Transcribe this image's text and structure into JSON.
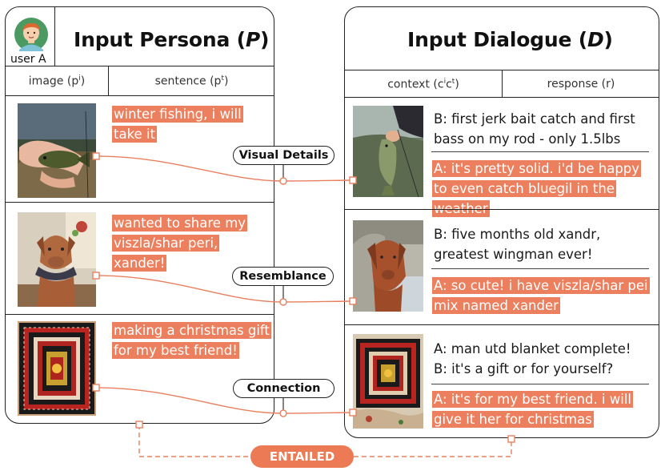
{
  "persona": {
    "user_label": "user A",
    "title_prefix": "Input Persona (",
    "title_symbol": "P",
    "title_suffix": ")",
    "col_image": "image (p",
    "col_image_sup": "i",
    "col_sentence": "sentence (p",
    "col_sentence_sup": "t",
    "rows": [
      {
        "text": "winter fishing, i will take it"
      },
      {
        "text": "wanted to share my viszla/shar peri, xander!"
      },
      {
        "text": "making a christmas gift for my best friend!"
      }
    ]
  },
  "dialogue": {
    "title_prefix": "Input Dialogue (",
    "title_symbol": "D",
    "title_suffix": ")",
    "col_context": "context (c",
    "col_context_sup1": "i",
    "col_context_mid": "c",
    "col_context_sup2": "t",
    "col_context_end": ")",
    "col_response": "response (r)",
    "rows": [
      {
        "context": "B: first jerk bait catch and first bass on my rod - only 1.5lbs",
        "response": "A: it's pretty solid. i'd be happy to even catch bluegil in the weather"
      },
      {
        "context": "B: five months old xandr, greatest wingman ever!",
        "response": "A: so cute! i have viszla/shar pei mix named xander"
      },
      {
        "context_line1": "A: man utd blanket complete!",
        "context_line2": "B: it's a gift or for yourself?",
        "response": "A: it's for my best friend. i will give it her for christmas"
      }
    ]
  },
  "links": {
    "visual_details": "Visual Details",
    "resemblance": "Resemblance",
    "connection": "Connection",
    "entailed": "ENTAILED"
  },
  "colors": {
    "highlight": "#ec7f5d",
    "link_line": "#e8805f",
    "entailed_bg": "#ec7a55",
    "border": "#222222"
  },
  "icons": [
    "user-avatar-icon"
  ]
}
